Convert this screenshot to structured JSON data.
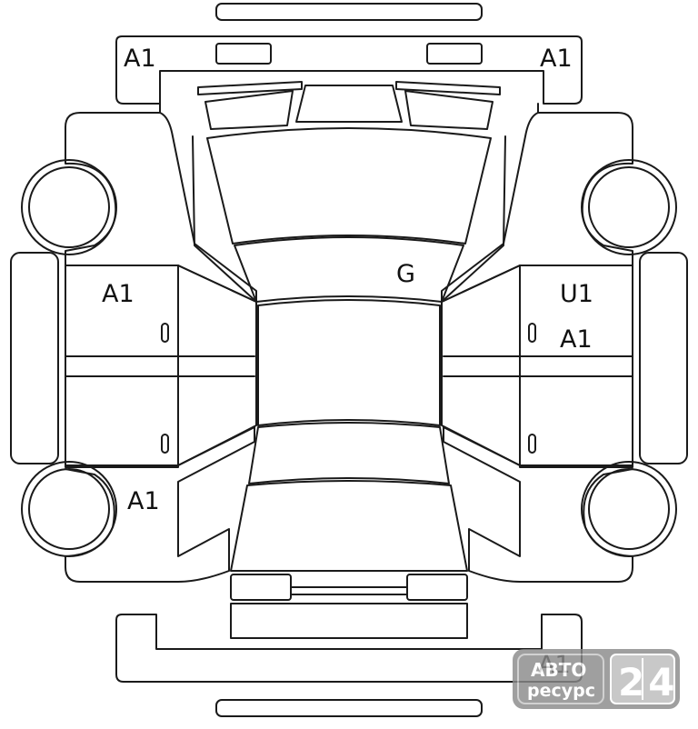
{
  "damage_marks": {
    "front_left": "A1",
    "front_right": "A1",
    "windshield": "G",
    "front_left_door": "A1",
    "front_right_door_1": "U1",
    "front_right_door_2": "A1",
    "rear_left_fender": "A1",
    "rear_bumper": "A1"
  },
  "watermark": {
    "line1": "АВТО",
    "line2": "ресурс",
    "digits": "24"
  },
  "colors": {
    "line": "#1a1a1a",
    "watermark_bg": "#8a8a8a"
  }
}
